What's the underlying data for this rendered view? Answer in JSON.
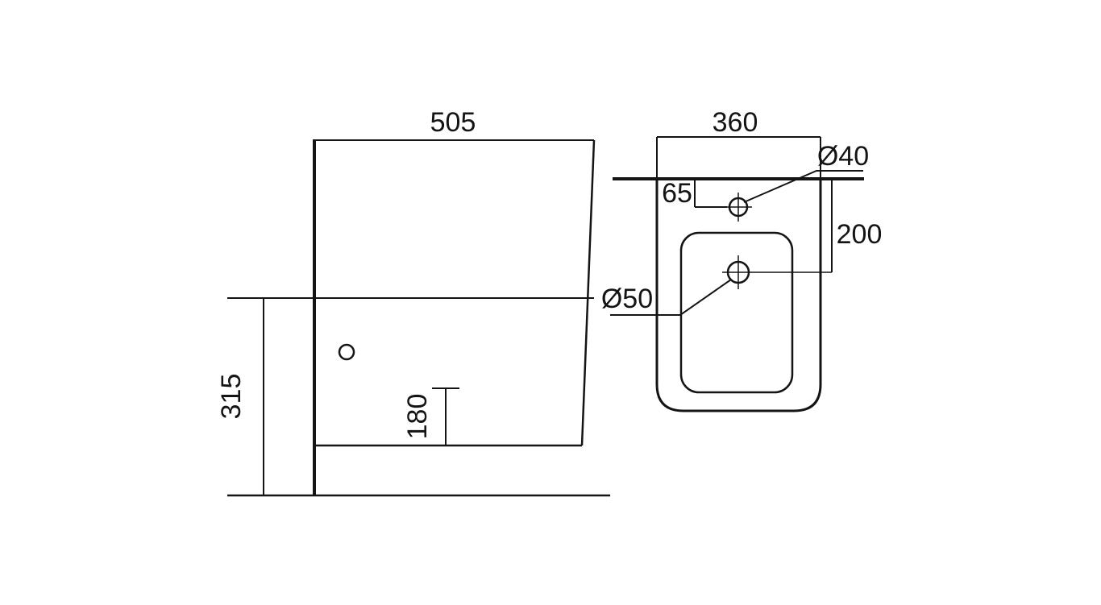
{
  "colors": {
    "line": "#141414",
    "background": "#ffffff"
  },
  "side_view": {
    "width_dim": "505",
    "height_dim": "315",
    "spout_dim": "180"
  },
  "top_view": {
    "width_dim": "360",
    "faucet_hole_dia": "Ø40",
    "faucet_offset_dim": "65",
    "drain_offset_dim": "200",
    "drain_hole_dia": "Ø50"
  }
}
